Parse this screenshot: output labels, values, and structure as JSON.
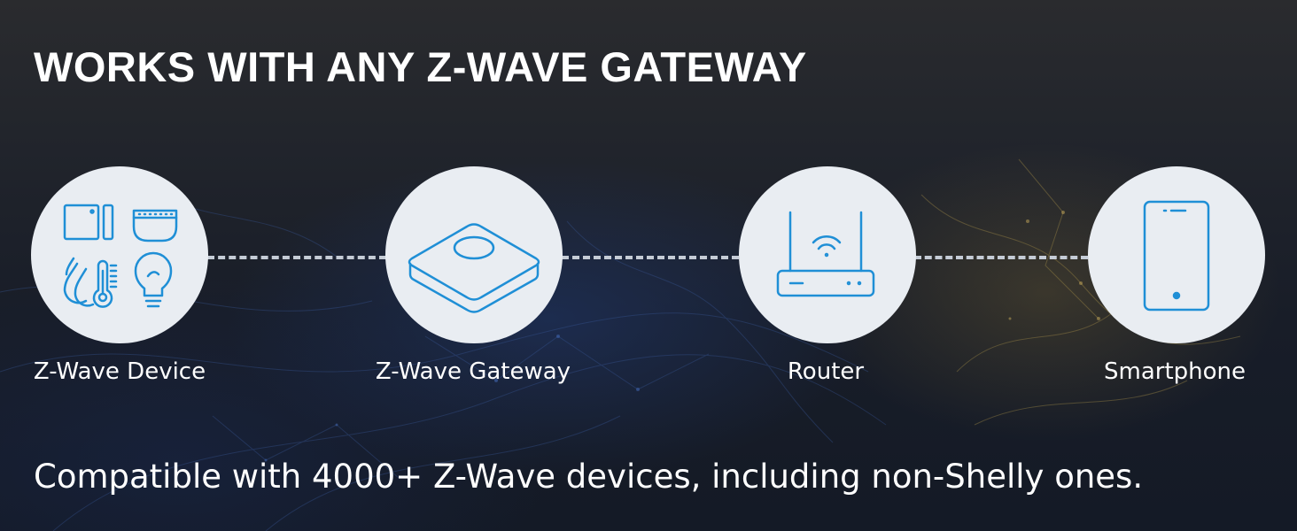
{
  "heading": "WORKS WITH ANY Z-WAVE GATEWAY",
  "tagline": "Compatible with 4000+ Z-Wave devices, including non-Shelly ones.",
  "flow": {
    "nodes": [
      {
        "label": "Z-Wave Device",
        "icon": "zwave-devices-icon"
      },
      {
        "label": "Z-Wave Gateway",
        "icon": "gateway-hub-icon"
      },
      {
        "label": "Router",
        "icon": "wifi-router-icon"
      },
      {
        "label": "Smartphone",
        "icon": "smartphone-icon"
      }
    ]
  },
  "colors": {
    "icon_stroke": "#1f8fd6",
    "circle_fill": "#e9edf2",
    "connector": "#c5ccd6",
    "text": "#ffffff",
    "background": "#1a1e27"
  }
}
